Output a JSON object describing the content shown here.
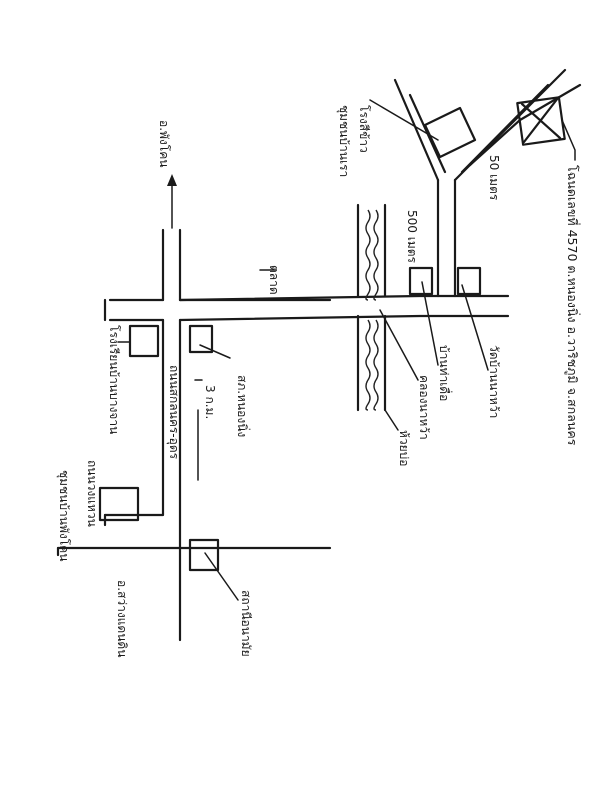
{
  "labels": {
    "title": "โฉนดเลขที่ 4570 ต.หนองนิ่ง อ.วาริชภูมิ จ.สกลนคร",
    "distance_50m": "50 เมตร",
    "temple": "วัดบ้านนาหว้า",
    "rice_mill_a": "โรงสีข้าว",
    "rice_mill_b": "ชุมชนบ้านเรา",
    "village_name": "บ้านท่าเดื่อ",
    "canal_left": "คลองนาหว้า",
    "canal_right": "ห้วยบ่อ",
    "distance_500m": "500 เมตร",
    "school": "โรงเรียนบ้านบางจาน",
    "district_office": "อ.พังโคน",
    "road_km": "ถนนสกลนคร-อุดร",
    "health_center": "สถานีอนามัย",
    "junction_left": "ชุมชนบ้านพังโคน",
    "market": "ตลาด",
    "police": "สภ.หนองนิ่ง",
    "church": "3 ก.ม.",
    "ring_road": "ถนนวงแหวน",
    "to_district": "อ.สว่างแดนดิน"
  }
}
